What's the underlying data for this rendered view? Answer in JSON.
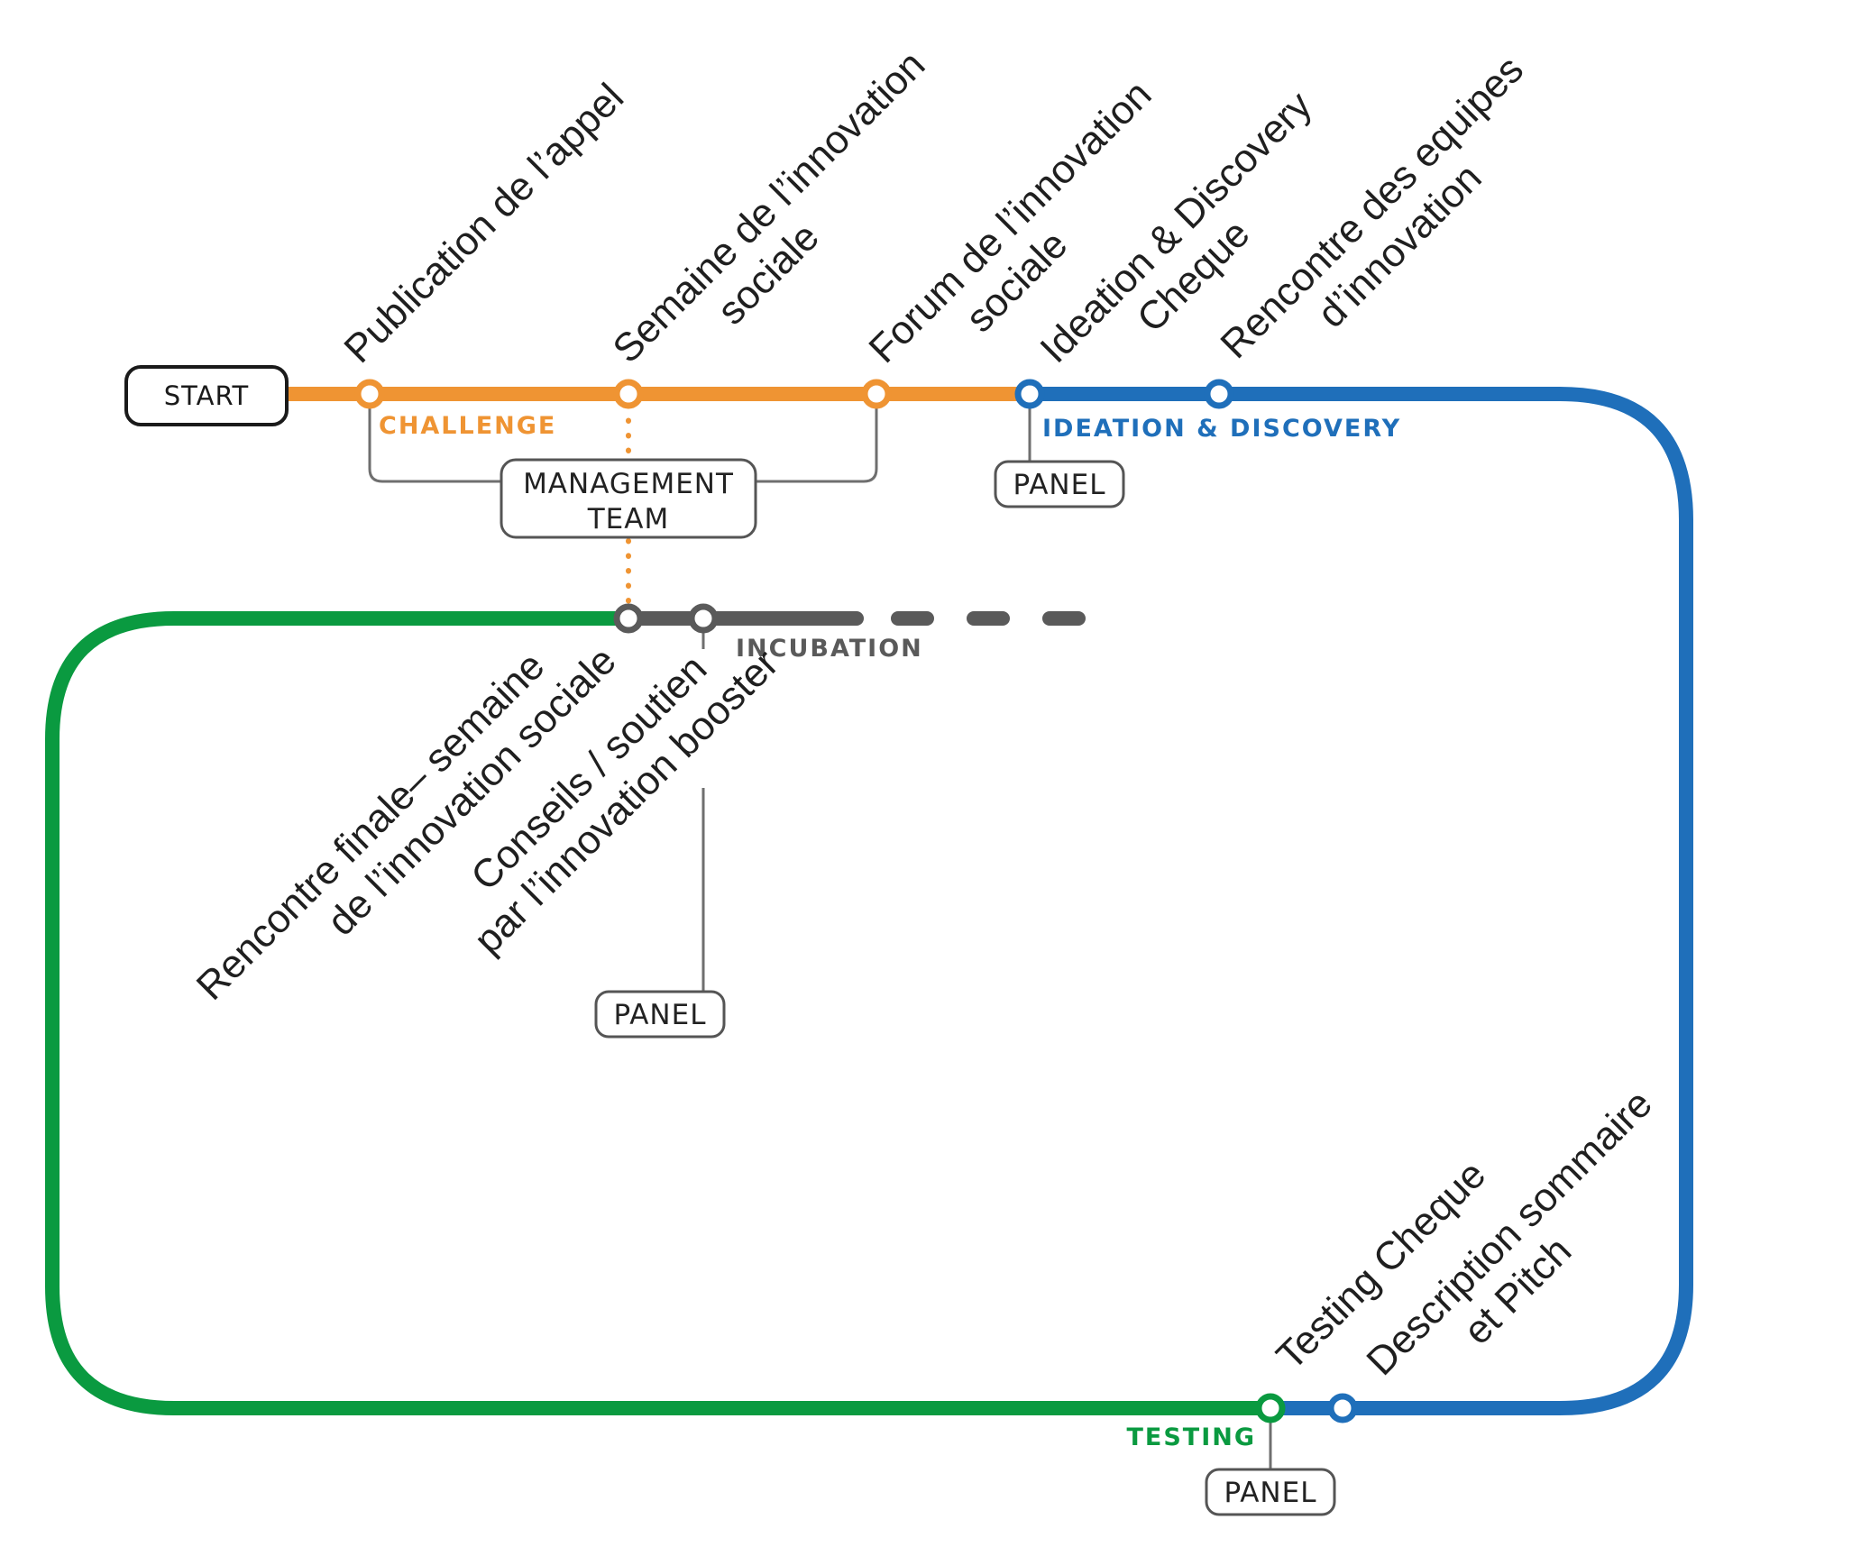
{
  "colors": {
    "challenge": "#ef9433",
    "ideation": "#1f6fba",
    "testing": "#0a9a40",
    "incubation": "#5a5a5a",
    "connector": "#6f6f6f",
    "box_border": "#555555",
    "start_border": "#1a1a1a"
  },
  "start": {
    "label": "START"
  },
  "lines": {
    "challenge": "CHALLENGE",
    "ideation": "IDEATION & DISCOVERY",
    "incubation": "INCUBATION",
    "testing": "TESTING"
  },
  "management_team": {
    "line1": "MANAGEMENT",
    "line2": "TEAM"
  },
  "panels": {
    "ideation": "PANEL",
    "incubation": "PANEL",
    "testing": "PANEL"
  },
  "stops": {
    "publication": {
      "line1": "Publication de l’appel"
    },
    "semaine": {
      "line1": "Semaine de l’innovation",
      "line2": "sociale"
    },
    "forum": {
      "line1": "Forum de l’innovation",
      "line2": "sociale"
    },
    "ideation_cheque": {
      "line1": "Ideation & Discovery",
      "line2": "Cheque"
    },
    "rencontre_equipes": {
      "line1": "Rencontre des equipes",
      "line2": "d’innovation"
    },
    "rencontre_finale": {
      "line1": "Rencontre finale– semaine",
      "line2": "de l’innovation sociale"
    },
    "conseils": {
      "line1": "Conseils / soutien",
      "line2": "par l’innovation booster"
    },
    "testing_cheque": {
      "line1": "Testing Cheque"
    },
    "description": {
      "line1": "Description sommaire",
      "line2": "et Pitch"
    }
  }
}
